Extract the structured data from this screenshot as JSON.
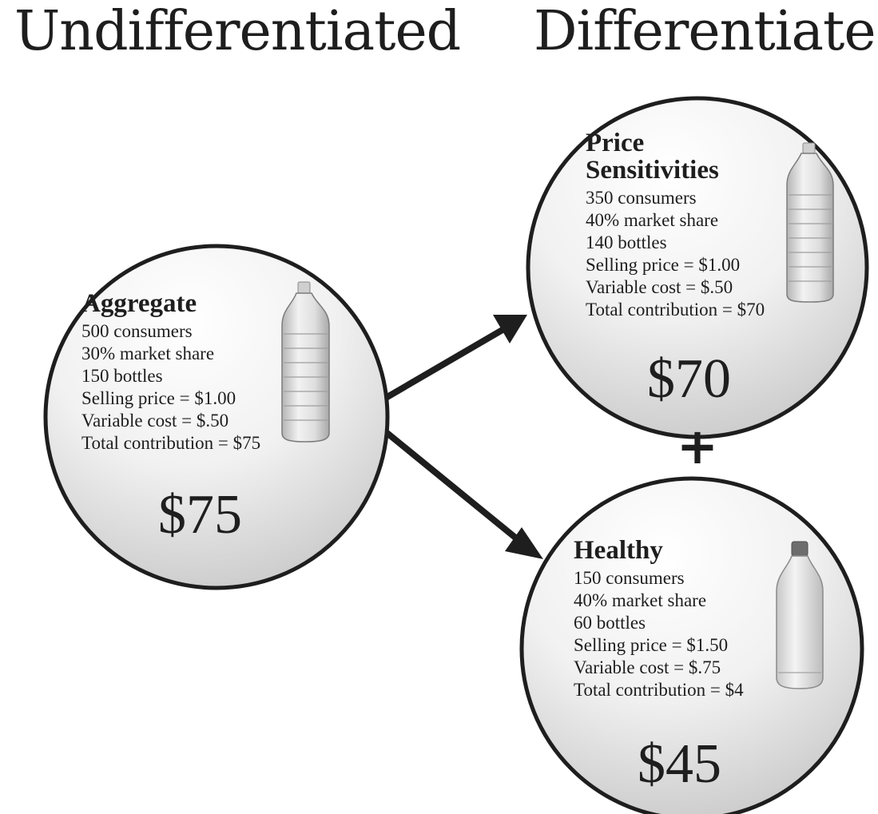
{
  "headings": {
    "left": "Undifferentiated",
    "right": "Differentiated"
  },
  "segments": {
    "aggregate": {
      "title": "Aggregate",
      "lines": [
        "500 consumers",
        "30% market share",
        "150 bottles",
        "Selling price = $1.00",
        "Variable cost = $.50",
        "Total contribution = $75"
      ],
      "total": "$75",
      "icon": "water-bottle-icon"
    },
    "price_sensitivities": {
      "title_line1": "Price",
      "title_line2": "Sensitivities",
      "lines": [
        "350 consumers",
        "40% market share",
        "140 bottles",
        "Selling price = $1.00",
        "Variable cost = $.50",
        "Total contribution = $70"
      ],
      "total": "$70",
      "icon": "water-bottle-icon"
    },
    "healthy": {
      "title": "Healthy",
      "lines": [
        "150 consumers",
        "40% market share",
        "60 bottles",
        "Selling price = $1.50",
        "Variable cost = $.75",
        "Total contribution = $4"
      ],
      "total": "$45",
      "icon": "premium-water-bottle-icon"
    }
  },
  "operator": "+",
  "colors": {
    "ink": "#1e1e1e",
    "circle_gradient_top": "#ffffff",
    "circle_gradient_bottom": "#c9c9c9"
  }
}
